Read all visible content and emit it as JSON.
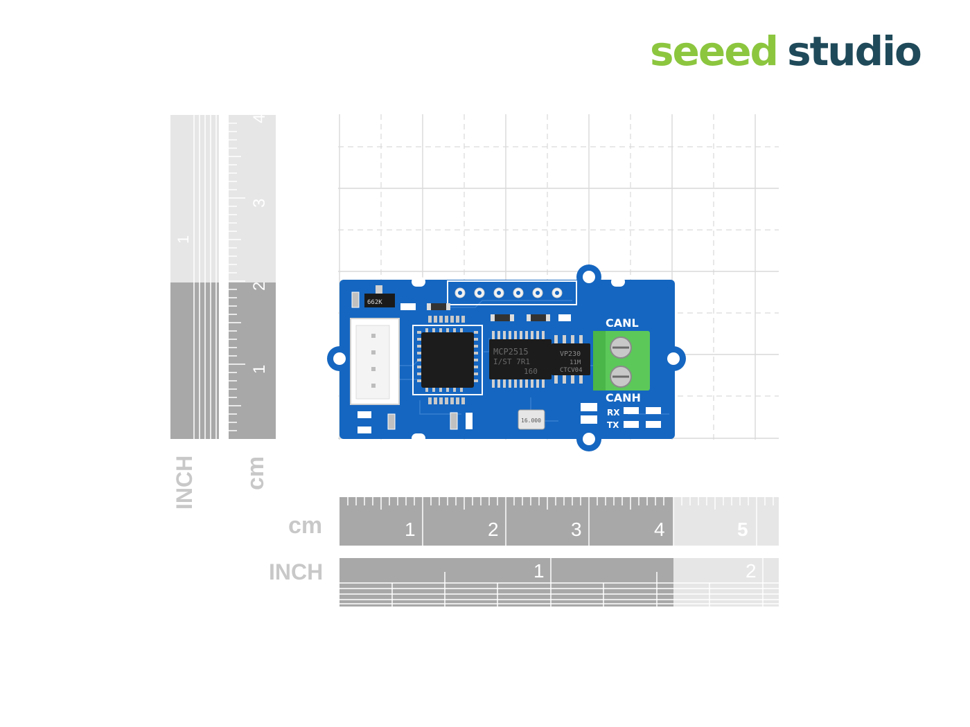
{
  "brand": {
    "word1": "seeed",
    "word2": "studio"
  },
  "rulers": {
    "cm_label": "cm",
    "inch_label": "INCH",
    "h_cm_ticks": [
      "1",
      "2",
      "3",
      "4",
      "5"
    ],
    "h_inch_ticks": [
      "1",
      "2"
    ],
    "v_cm_ticks": [
      "1",
      "2",
      "3",
      "4"
    ],
    "v_inch_ticks": [
      "1"
    ]
  },
  "board": {
    "labels": {
      "canl": "CANL",
      "canh": "CANH",
      "rx": "RX",
      "tx": "TX"
    },
    "chips": {
      "mcp": "MCP2515",
      "mcp2": "I/ST 7R1",
      "mcp3": "160",
      "transceiver": "VP230",
      "transceiver2": "11M",
      "transceiver3": "CTCV04",
      "crystal": "16.000",
      "regulator": "662K"
    }
  },
  "colors": {
    "pcb": "#1566c0",
    "terminal": "#5cc85a",
    "brand_green": "#8cc63f",
    "brand_dark": "#1f4a5a"
  }
}
